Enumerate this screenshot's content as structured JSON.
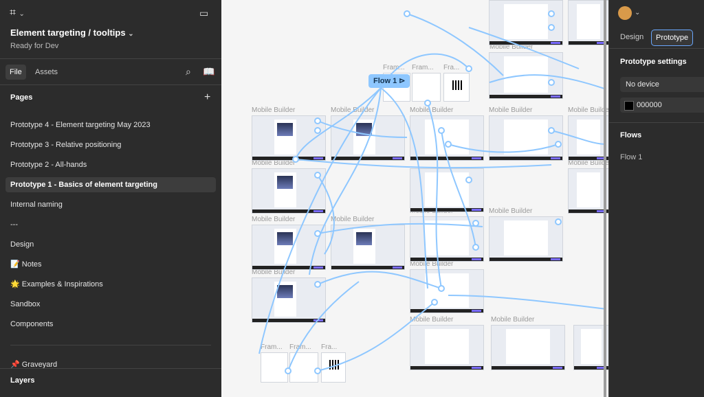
{
  "left_panel": {
    "file_title": "Element targeting / tooltips",
    "status": "Ready for Dev",
    "tabs": [
      "File",
      "Assets"
    ],
    "pages_heading": "Pages",
    "pages": [
      "Prototype 4 - Element targeting May 2023",
      "Prototype 3 - Relative positioning",
      "Prototype 2 - All-hands",
      "Prototype 1 - Basics of element targeting",
      "Internal naming",
      "---",
      "Design",
      "📝 Notes",
      "🌟 Examples & Inspirations",
      "Sandbox",
      "Components",
      "📌 Graveyard"
    ],
    "selected_page_index": 3,
    "layers_heading": "Layers"
  },
  "right_panel": {
    "tabs": [
      "Design",
      "Prototype"
    ],
    "active_tab": "Prototype",
    "prototype_settings_heading": "Prototype settings",
    "device": "No device",
    "background_color": "000000",
    "flows_heading": "Flows",
    "flows": [
      "Flow 1"
    ]
  },
  "canvas": {
    "flow_badge": "Flow 1",
    "frame_labels": [
      "Mobile Builder",
      "Mobile Builder",
      "Mobile Builder",
      "Mobile Builder",
      "Mobile Builder",
      "Mobile Builder",
      "Mobile Builder",
      "Mobile Builder",
      "Mobile Builder",
      "Mobile Builder",
      "Mobile Builder",
      "Mobile Builder",
      "Mobile Builder",
      "Mobile Builder",
      "Mobile Builder",
      "Mobile Builder",
      "Fram...",
      "Fram...",
      "Fra...",
      "Fram...",
      "Fram...",
      "Fra..."
    ]
  },
  "colors": {
    "panel_bg": "#2c2c2c",
    "canvas_bg": "#f5f5f5",
    "prototype_wire": "#8ec7ff",
    "accent": "#6aa8ff"
  }
}
